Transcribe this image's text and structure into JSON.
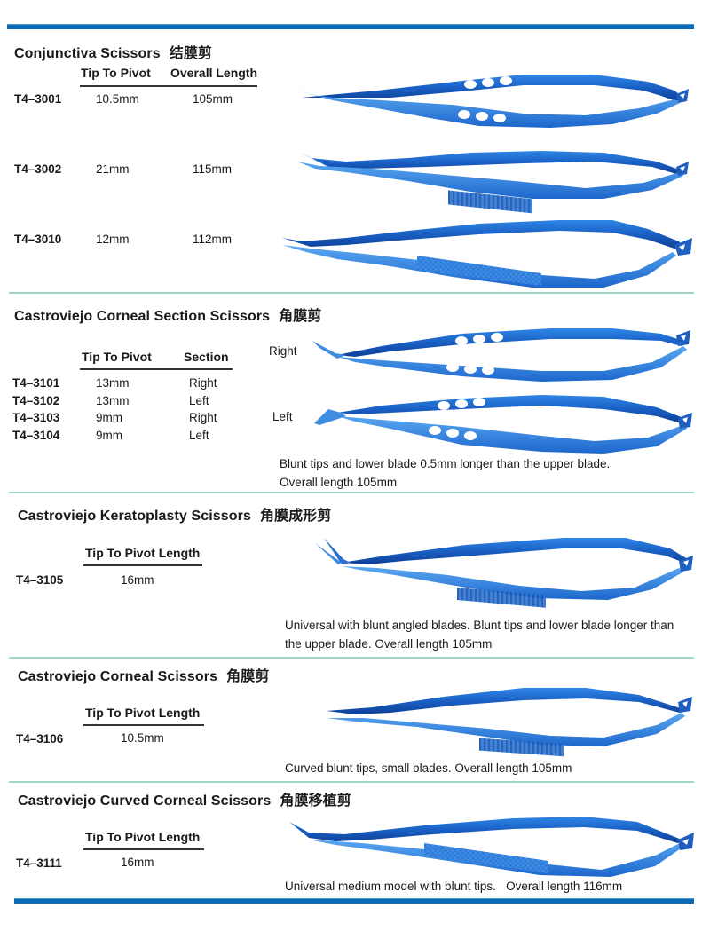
{
  "colors": {
    "top_rule": "#0a6ab5",
    "section_divider": "#9fd6c8",
    "instrument_blue": "#1a63c9",
    "text": "#1a1a1a"
  },
  "sections": [
    {
      "title": "Conjunctiva Scissors",
      "title_cn": "结膜剪",
      "columns": [
        "Tip To Pivot",
        "Overall Length"
      ],
      "rows": [
        {
          "code": "T4–3001",
          "tip_to_pivot": "10.5mm",
          "overall_length": "105mm"
        },
        {
          "code": "T4–3002",
          "tip_to_pivot": "21mm",
          "overall_length": "115mm"
        },
        {
          "code": "T4–3010",
          "tip_to_pivot": "12mm",
          "overall_length": "112mm"
        }
      ],
      "images": [
        "scissors-perforated-handles-icon",
        "scissors-serrated-handles-icon",
        "scissors-knurled-handles-icon"
      ]
    },
    {
      "title": "Castroviejo Corneal Section Scissors",
      "title_cn": "角膜剪",
      "columns": [
        "Tip To Pivot",
        "Section"
      ],
      "rows": [
        {
          "code": "T4–3101",
          "tip_to_pivot": "13mm",
          "section": "Right"
        },
        {
          "code": "T4–3102",
          "tip_to_pivot": "13mm",
          "section": "Left"
        },
        {
          "code": "T4–3103",
          "tip_to_pivot": "9mm",
          "section": "Right"
        },
        {
          "code": "T4–3104",
          "tip_to_pivot": "9mm",
          "section": "Left"
        }
      ],
      "image_labels": [
        "Right",
        "Left"
      ],
      "note_lines": [
        "Blunt tips and lower blade 0.5mm longer than the upper blade.",
        "Overall length 105mm"
      ]
    },
    {
      "title": "Castroviejo Keratoplasty Scissors",
      "title_cn": "角膜成形剪",
      "columns": [
        "Tip To Pivot Length"
      ],
      "rows": [
        {
          "code": "T4–3105",
          "tip_to_pivot": "16mm"
        }
      ],
      "note_lines": [
        "Universal with blunt angled blades. Blunt tips and lower blade longer than",
        "the upper blade. Overall length 105mm"
      ]
    },
    {
      "title": "Castroviejo Corneal Scissors",
      "title_cn": "角膜剪",
      "columns": [
        "Tip To Pivot Length"
      ],
      "rows": [
        {
          "code": "T4–3106",
          "tip_to_pivot": "10.5mm"
        }
      ],
      "note_lines": [
        "Curved blunt tips, small blades. Overall length 105mm"
      ]
    },
    {
      "title": "Castroviejo Curved Corneal Scissors",
      "title_cn": "角膜移植剪",
      "columns": [
        "Tip To Pivot Length"
      ],
      "rows": [
        {
          "code": "T4–3111",
          "tip_to_pivot": "16mm"
        }
      ],
      "note_lines": [
        "Universal medium model with blunt tips.   Overall length 116mm"
      ]
    }
  ]
}
